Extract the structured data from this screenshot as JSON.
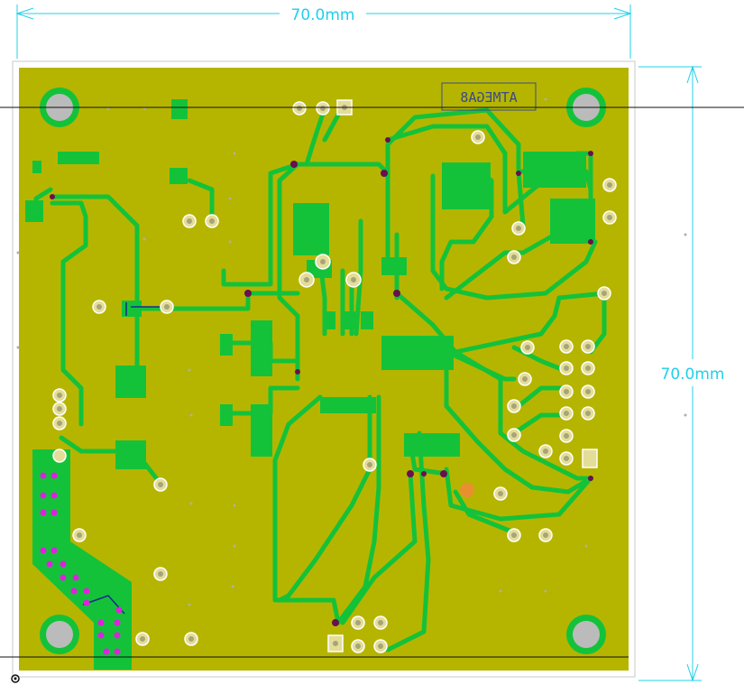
{
  "board": {
    "width_label": "70.0mm",
    "height_label": "70.0mm",
    "silkscreen_label": "ATMEGA8",
    "silkscreen_mirrored": true,
    "colors": {
      "substrate": "#b5b500",
      "copper": "#14c23a",
      "pad": "#e3dd98",
      "drill": "#a9a37a",
      "via": "#6a0f4f",
      "highlight_via": "#e020e0",
      "dimension": "#20d0e8",
      "outline": "#c0c0c0",
      "selected_pad": "#e89030"
    }
  }
}
